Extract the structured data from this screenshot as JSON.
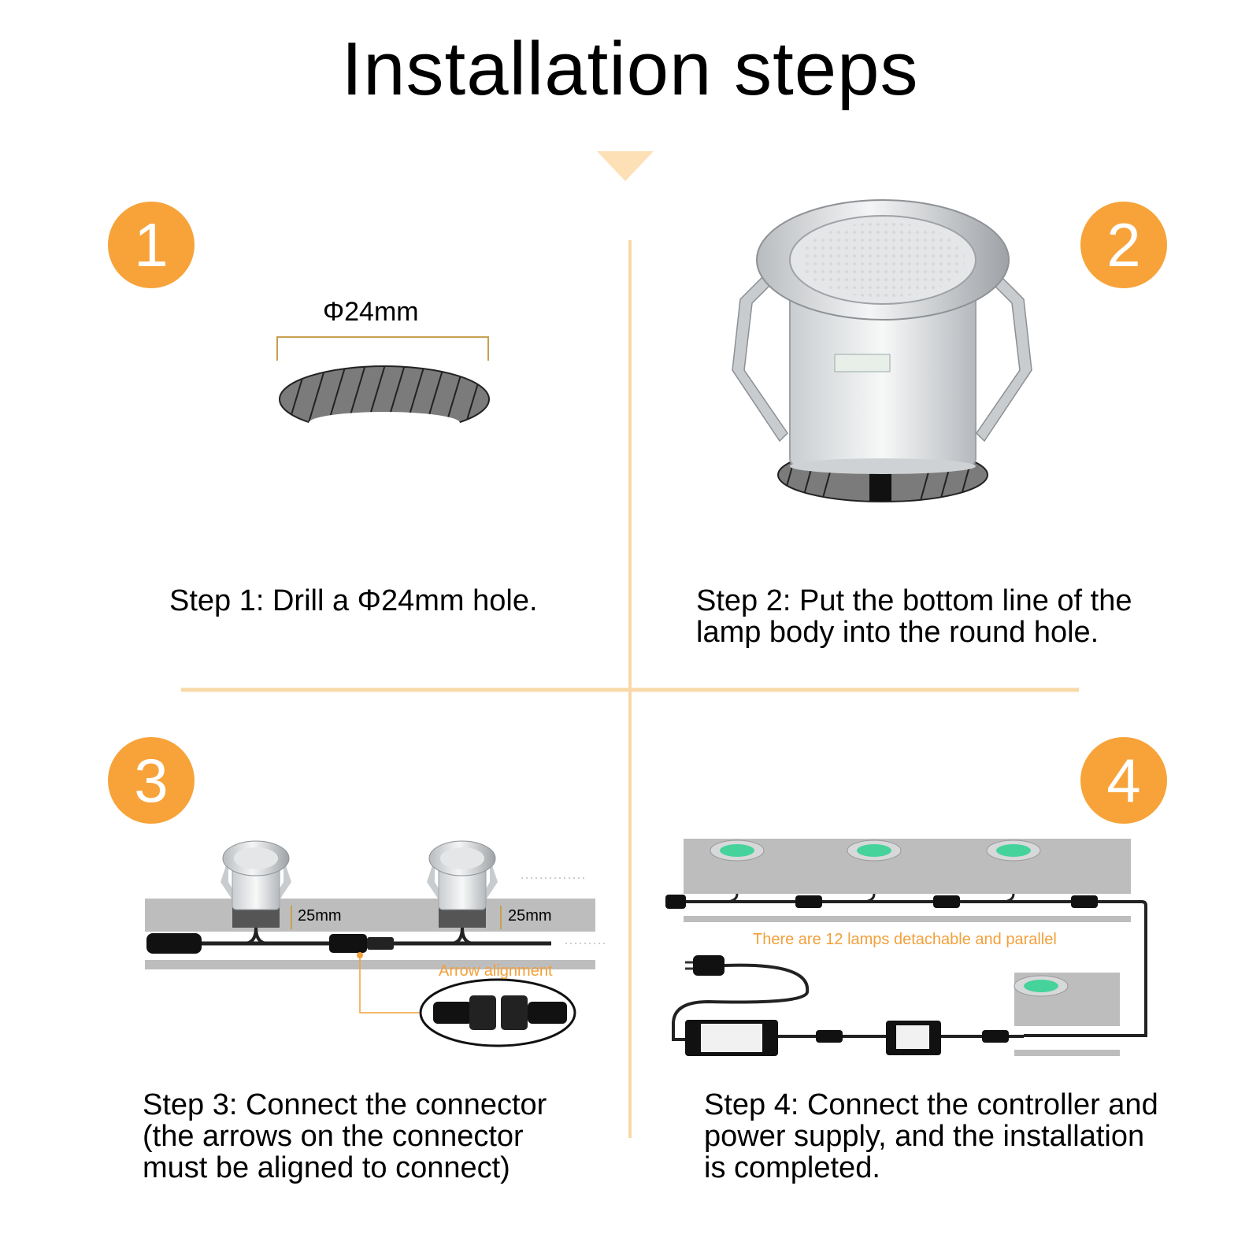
{
  "title": "Installation steps",
  "accent": "#f7a33a",
  "divider_color": "#f7d9a8",
  "steps": [
    {
      "number": "1",
      "text": "Step 1: Drill a Φ24mm hole."
    },
    {
      "number": "2",
      "text": "Step 2: Put the bottom line of the\nlamp body into the round hole."
    },
    {
      "number": "3",
      "text": "Step 3: Connect the connector\n(the arrows on the connector\nmust be aligned to connect)"
    },
    {
      "number": "4",
      "text": "Step 4: Connect the controller and\npower supply, and the installation\nis completed."
    }
  ],
  "step1": {
    "hole_label": "Φ24mm"
  },
  "step3": {
    "depth_label_left": "25mm",
    "depth_label_right": "25mm",
    "arrow_label": "Arrow alignment"
  },
  "step4": {
    "lamps_label": "There are 12 lamps detachable and parallel"
  }
}
